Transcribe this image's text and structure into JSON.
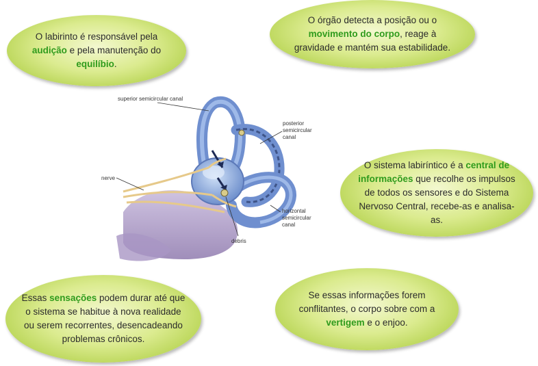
{
  "bubbles": {
    "b1": {
      "t1": "O labirinto é responsável pela ",
      "h1": "audição",
      "t2": " e pela manutenção do ",
      "h2": "equilíbio",
      "t3": "."
    },
    "b2": {
      "t1": "O órgão detecta a posição ou o ",
      "h1": "movimento do corpo",
      "t2": ", reage à gravidade e mantém sua estabilidade."
    },
    "b3": {
      "t1": "O sistema labiríntico é a ",
      "h1": "central de informações",
      "t2": " que recolhe os impulsos de todos os sensores e do Sistema Nervoso Central, recebe-as e analisa-as."
    },
    "b4": {
      "t1": "Essas ",
      "h1": "sensações",
      "t2": " podem durar até que o sistema se habitue à nova realidade ou serem recorrentes, desencadeando problemas crônicos."
    },
    "b5": {
      "t1": "Se essas informações forem conflitantes, o corpo sobre com a ",
      "h1": "vertigem",
      "t2": " e o enjoo."
    }
  },
  "illustration_labels": {
    "superior": "superior semicircular canal",
    "posterior_1": "posterior",
    "posterior_2": "semicircular",
    "posterior_3": "canal",
    "nerve": "nerve",
    "horizontal_1": "horizontal",
    "horizontal_2": "semicircular",
    "horizontal_3": "canal",
    "debris": "debris"
  },
  "colors": {
    "bubble_green": "#b4d24e",
    "highlight_text": "#2f9b1c",
    "canal_blue": "#7f9fd8",
    "nerve_tan": "#e6c98a",
    "base_purple": "#9a87b8"
  }
}
